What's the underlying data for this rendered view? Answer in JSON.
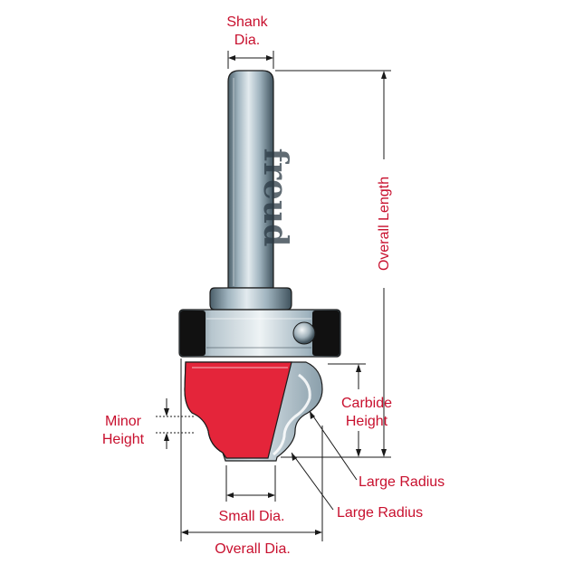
{
  "colors": {
    "label": "#c8102e",
    "line": "#1a1a1a",
    "carbide_red": "#e4253a",
    "steel_light": "#d5e0e6",
    "steel_mid": "#8fa4b0",
    "steel_dark": "#3f525d",
    "bearing_black": "#111111"
  },
  "brand": "freud",
  "labels": {
    "shank_dia_line1": "Shank",
    "shank_dia_line2": "Dia.",
    "overall_length": "Overall Length",
    "carbide_height_line1": "Carbide",
    "carbide_height_line2": "Height",
    "minor_height_line1": "Minor",
    "minor_height_line2": "Height",
    "large_radius_1": "Large Radius",
    "large_radius_2": "Large Radius",
    "small_dia": "Small Dia.",
    "overall_dia": "Overall Dia."
  }
}
